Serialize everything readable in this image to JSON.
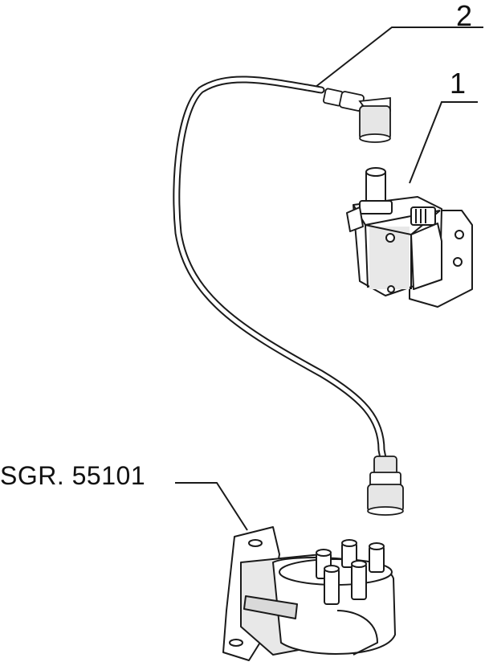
{
  "labels": {
    "coil": "1",
    "lead": "2",
    "distributor": "SGR. 55101"
  },
  "colors": {
    "line": "#1a1a1a",
    "shade": "#d9d9d9",
    "background": "#ffffff"
  }
}
